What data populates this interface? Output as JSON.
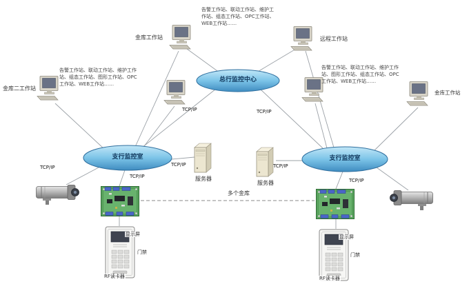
{
  "nodes": {
    "center_cloud": "总行监控中心",
    "left_cloud": "支行监控室",
    "right_cloud": "支行监控室"
  },
  "workstations": {
    "top_left_label": "金库工作站",
    "top_right_label": "远程工作站",
    "left_label": "金库二工作站",
    "far_right_label": "金库工作站"
  },
  "servers": {
    "left_label": "服务器",
    "right_label": "服务器"
  },
  "links": {
    "tcpip_label": "TCP/IP",
    "multi_vault_label": "多个金库"
  },
  "annotations": {
    "top": [
      "告警工作站、联动工作站、维护工",
      "作站、组态工作站、OPC工作站、",
      "WEB工作站……"
    ],
    "left": [
      "告警工作站、联动工作站、维护工作",
      "站、组态工作站、图形工作站、OPC",
      "工作站、WEB工作站……"
    ],
    "right": [
      "告警工作站、联动工作站、维护工作",
      "站、图形工作站、组态工作站、OPC",
      "工作站、WEB工作站……"
    ]
  },
  "devices": {
    "left": {
      "top": "显示屏",
      "middle": "门禁",
      "bottom": "RF读卡器"
    },
    "right": {
      "top": "显示屏",
      "middle": "门禁",
      "bottom": "RF读卡器"
    }
  },
  "icons": {
    "computer": "workstation-computer-icon",
    "server": "server-tower-icon",
    "camera": "cctv-camera-icon",
    "controller": "access-controller-board-icon",
    "terminal": "door-access-terminal-icon"
  },
  "colors": {
    "cloud_fill": "#7cc4e8",
    "cloud_border": "#2e6e9e",
    "pcb_green": "#5aa35f",
    "line": "#9aa0a6"
  }
}
